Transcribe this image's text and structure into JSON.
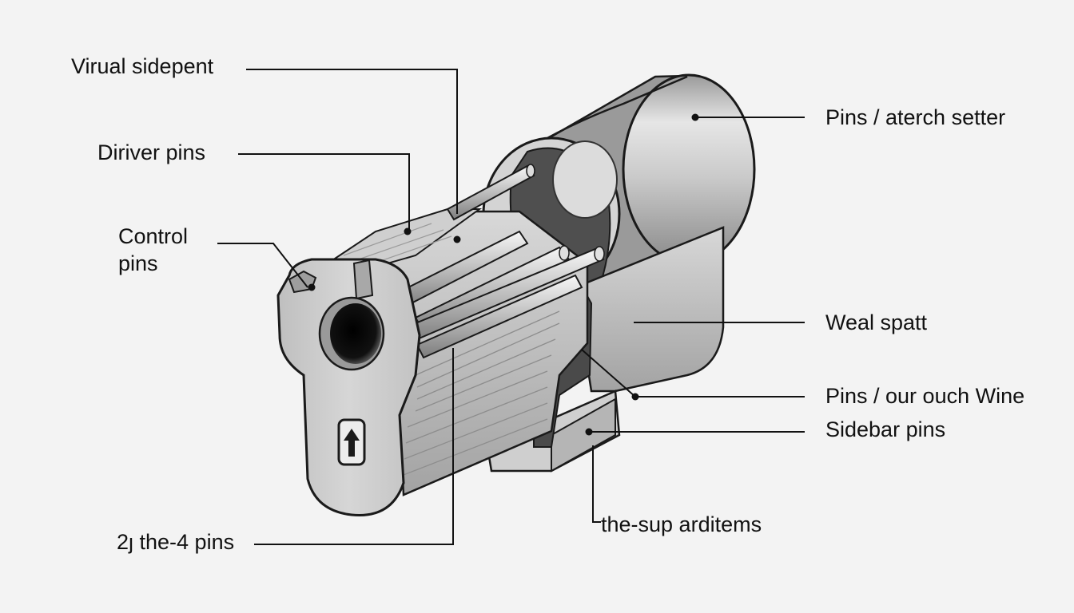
{
  "colors": {
    "background": "#f3f3f3",
    "metal_light": "#e2e2e2",
    "metal_mid": "#c4c4c4",
    "metal_dark": "#8e8e8e",
    "cavity": "#4f4f4f",
    "outline": "#1a1a1a",
    "leader": "#111111"
  },
  "labels": {
    "virual_sidepent": "Virual sidepent",
    "driver_pins": "Diriver pins",
    "control_pins": "Control\npins",
    "pins_aterch_setter": "Pins / aterch setter",
    "weal_spatt": "Weal spatt",
    "pins_our_ouch_wine": "Pins / our ouch Wine",
    "sidebar_pins": "Sidebar pins",
    "the_sup_arditems": "the-sup arditems",
    "the_4_pins": "2ȷ the-4 pins"
  },
  "icons": {
    "keyway": "keyway-hole-icon",
    "arrow": "up-arrow-icon"
  }
}
